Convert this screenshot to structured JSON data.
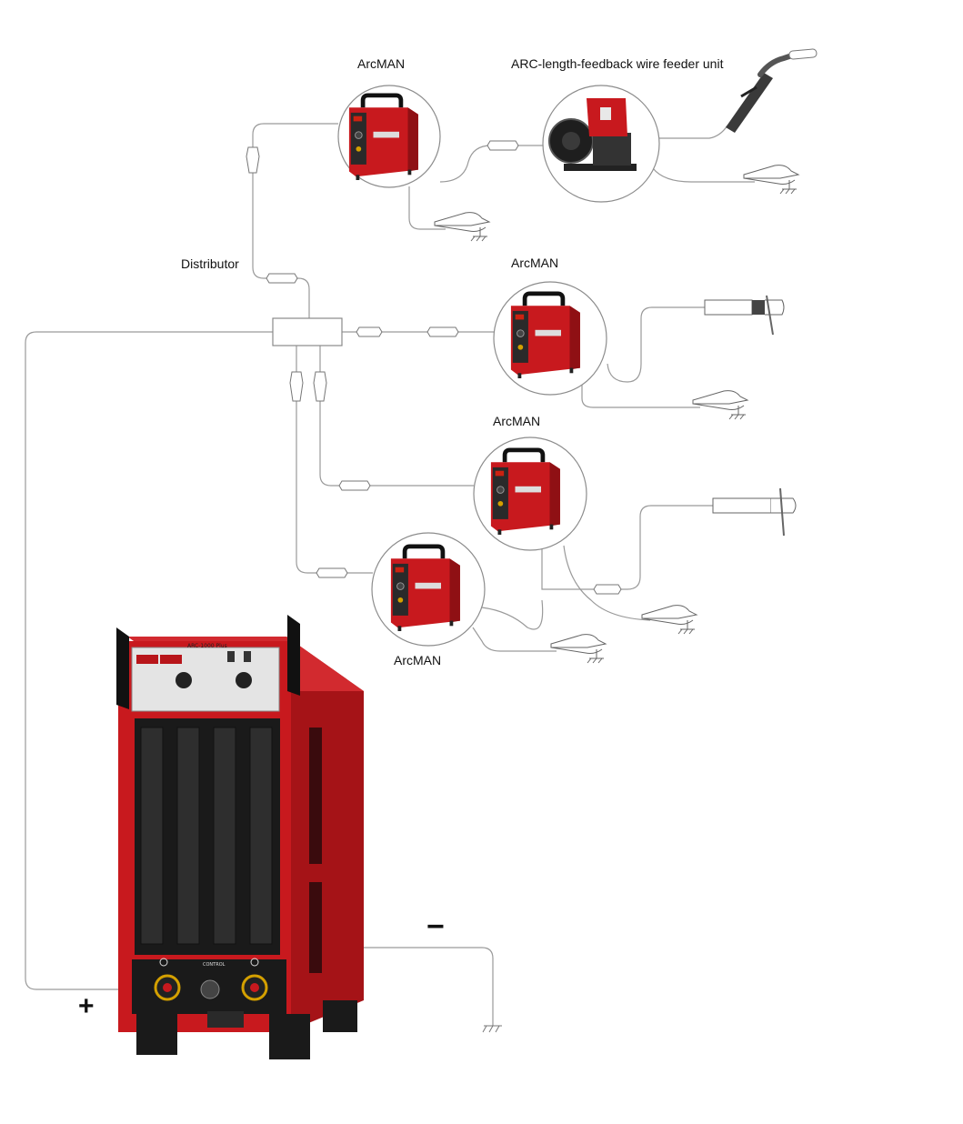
{
  "labels": {
    "arcman_1": "ArcMAN",
    "wire_feeder": "ARC-length-feedback wire feeder unit",
    "distributor": "Distributor",
    "arcman_2": "ArcMAN",
    "arcman_3": "ArcMAN",
    "arcman_4": "ArcMAN"
  },
  "terminals": {
    "plus": "+",
    "minus": "−"
  },
  "main_machine": {
    "model": "ARC-1000 Plus",
    "control_label": "CONTROL"
  },
  "colors": {
    "machine_red": "#c8191e",
    "wire": "#9a9a9a",
    "dark": "#1c1c1c"
  }
}
